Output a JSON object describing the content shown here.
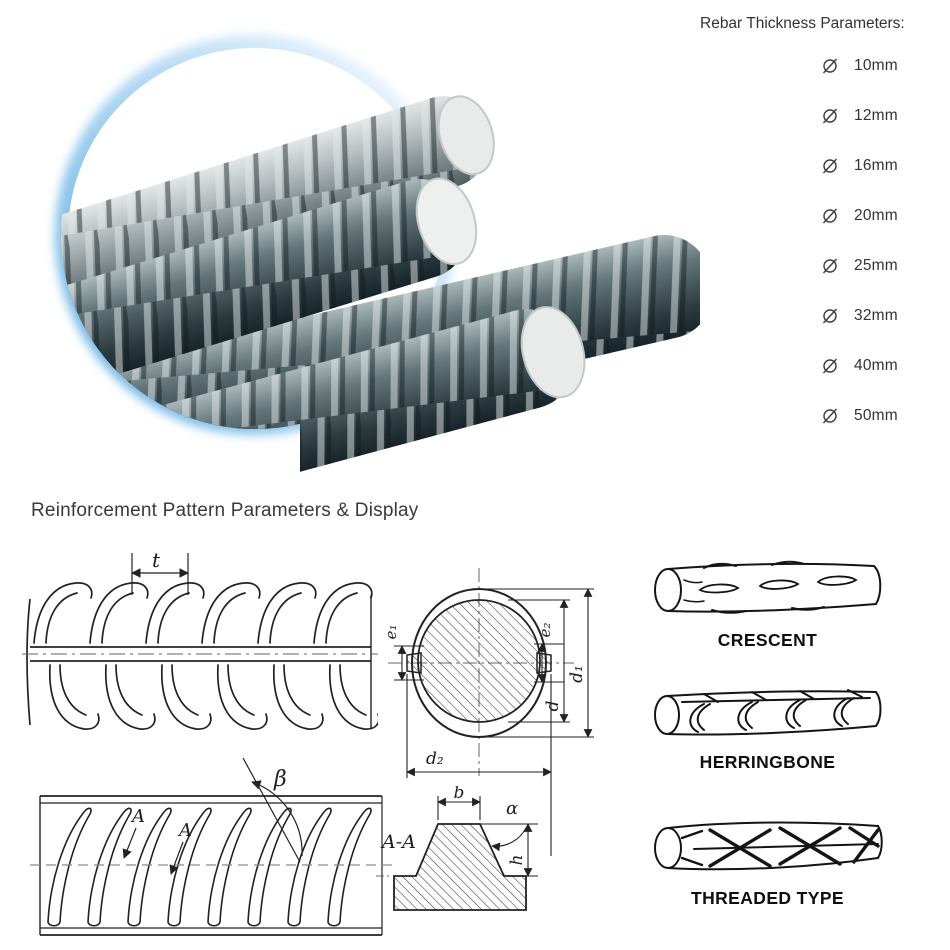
{
  "hero": {
    "thickness_panel": {
      "title": "Rebar Thickness Parameters:",
      "diameter_symbol": "⌀",
      "items": [
        {
          "value": "10mm"
        },
        {
          "value": "12mm"
        },
        {
          "value": "16mm"
        },
        {
          "value": "20mm"
        },
        {
          "value": "25mm"
        },
        {
          "value": "32mm"
        },
        {
          "value": "40mm"
        },
        {
          "value": "50mm"
        }
      ]
    }
  },
  "pattern_section": {
    "heading": "Reinforcement Pattern Parameters & Display",
    "diagram_labels": {
      "rib_pitch": "t",
      "e1": "e₁",
      "e2": "e₂",
      "d": "d",
      "d1": "d₁",
      "d2": "d₂",
      "beta": "β",
      "section_mark_1": "A",
      "section_mark_2": "A",
      "section_title": "A-A",
      "rib_width": "b",
      "alpha": "α",
      "rib_height": "h"
    },
    "types": [
      {
        "label": "CRESCENT"
      },
      {
        "label": "HERRINGBONE"
      },
      {
        "label": "THREADED TYPE"
      }
    ]
  },
  "colors": {
    "rim_blue": "#66b2e2",
    "steel_dark": "#2c3b40",
    "steel_light": "#b9c1c3",
    "cut_face": "#e9ebea",
    "line": "#222222",
    "text": "#333333"
  }
}
